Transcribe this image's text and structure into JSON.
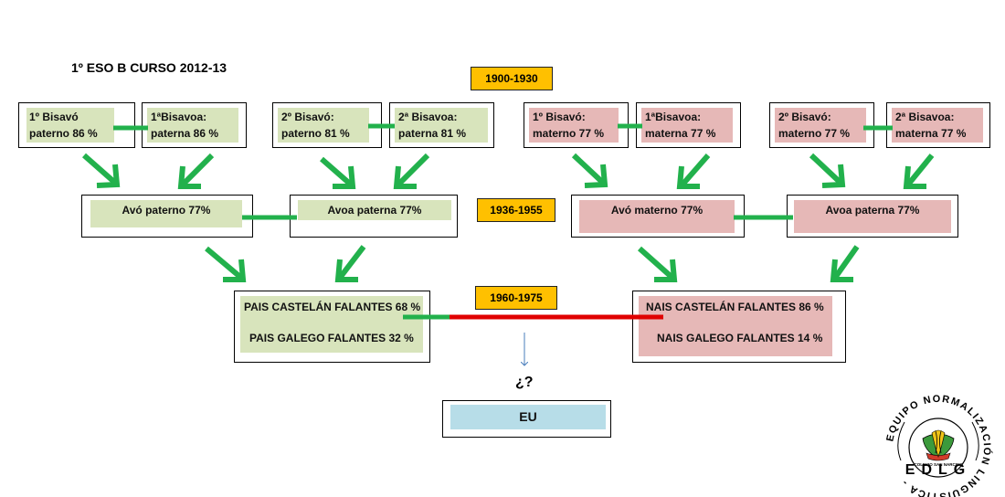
{
  "title": "1º ESO B CURSO 2012-13",
  "periods": {
    "p1": "1900-1930",
    "p2": "1936-1955",
    "p3": "1960-1975"
  },
  "great_grandparents": {
    "paternal_1": [
      "1º Bisavó",
      "paterno 86 %"
    ],
    "paternal_2": [
      "1ªBisavoa:",
      "paterna 86 %"
    ],
    "paternal_3": [
      "2º Bisavó:",
      "paterno 81 %"
    ],
    "paternal_4": [
      "2ª Bisavoa:",
      "paterna 81 %"
    ],
    "maternal_1": [
      "1º Bisavó:",
      "materno 77 %"
    ],
    "maternal_2": [
      "1ªBisavoa:",
      "materna 77 %"
    ],
    "maternal_3": [
      "2º Bisavó:",
      "materno 77 %"
    ],
    "maternal_4": [
      "2ª Bisavoa:",
      "materna 77 %"
    ]
  },
  "grandparents": {
    "paternal_grandfather": "Avó paterno 77%",
    "paternal_grandmother": "Avoa paterna 77%",
    "maternal_grandfather": "Avó materno 77%",
    "maternal_grandmother": "Avoa paterna 77%"
  },
  "parents": {
    "father_line1": "PAIS CASTELÁN FALANTES 68 %",
    "father_line2": "PAIS GALEGO FALANTES 32 %",
    "mother_line1": "NAIS CASTELÁN FALANTES 86 %",
    "mother_line2": "NAIS GALEGO FALANTES 14 %"
  },
  "question": "¿?",
  "me": "EU",
  "logo": {
    "ring_text": "EQUIPO NORMALIZACIÓN LINGÜÍSTICA -",
    "inner_text": "COLEXIO SAN NARCISO",
    "acronym": "EDLG"
  },
  "colors": {
    "paternal_fill": "#d8e4bc",
    "maternal_fill": "#e6b8b7",
    "period_fill": "#ffc000",
    "arrow": "#22b14c",
    "connector_red": "#e00000",
    "me_fill": "#b7dde8"
  }
}
